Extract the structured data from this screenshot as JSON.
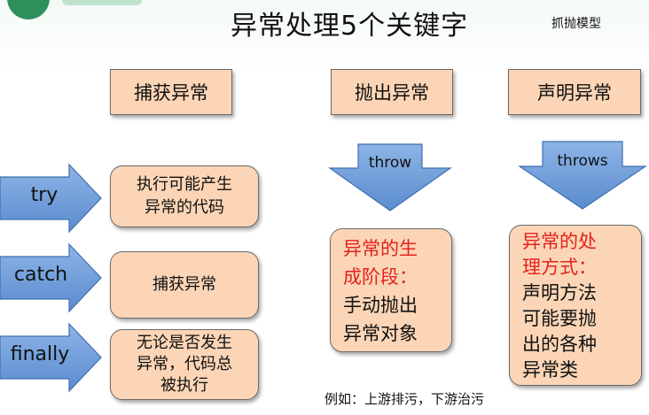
{
  "title": "异常处理5个关键字",
  "subtitle": "抓抛模型",
  "headers": {
    "catch": "捕获异常",
    "throw": "抛出异常",
    "declare": "声明异常"
  },
  "left_arrows": {
    "try": "try",
    "catch": "catch",
    "finally": "finally"
  },
  "left_boxes": {
    "try_line1": "执行可能产生",
    "try_line2": "异常的代码",
    "catch": "捕获异常",
    "finally_line1": "无论是否发生",
    "finally_line2": "异常，代码总",
    "finally_line3": "被执行"
  },
  "down_arrows": {
    "throw": "throw",
    "throws": "throws"
  },
  "throw_box": {
    "red_line1": "异常的生",
    "red_line2": "成阶段：",
    "line3": "手动抛出",
    "line4": "异常对象"
  },
  "throws_box": {
    "red_line1": "异常的处",
    "red_line2": "理方式：",
    "line3": "声明方法",
    "line4": "可能要抛",
    "line5": "出的各种",
    "line6": "异常类"
  },
  "note": "例如：上游排污，下游治污",
  "colors": {
    "box_fill": "#fbd5b6",
    "arrow_fill": "#6f9fd8",
    "highlight_text": "#e3221c"
  }
}
